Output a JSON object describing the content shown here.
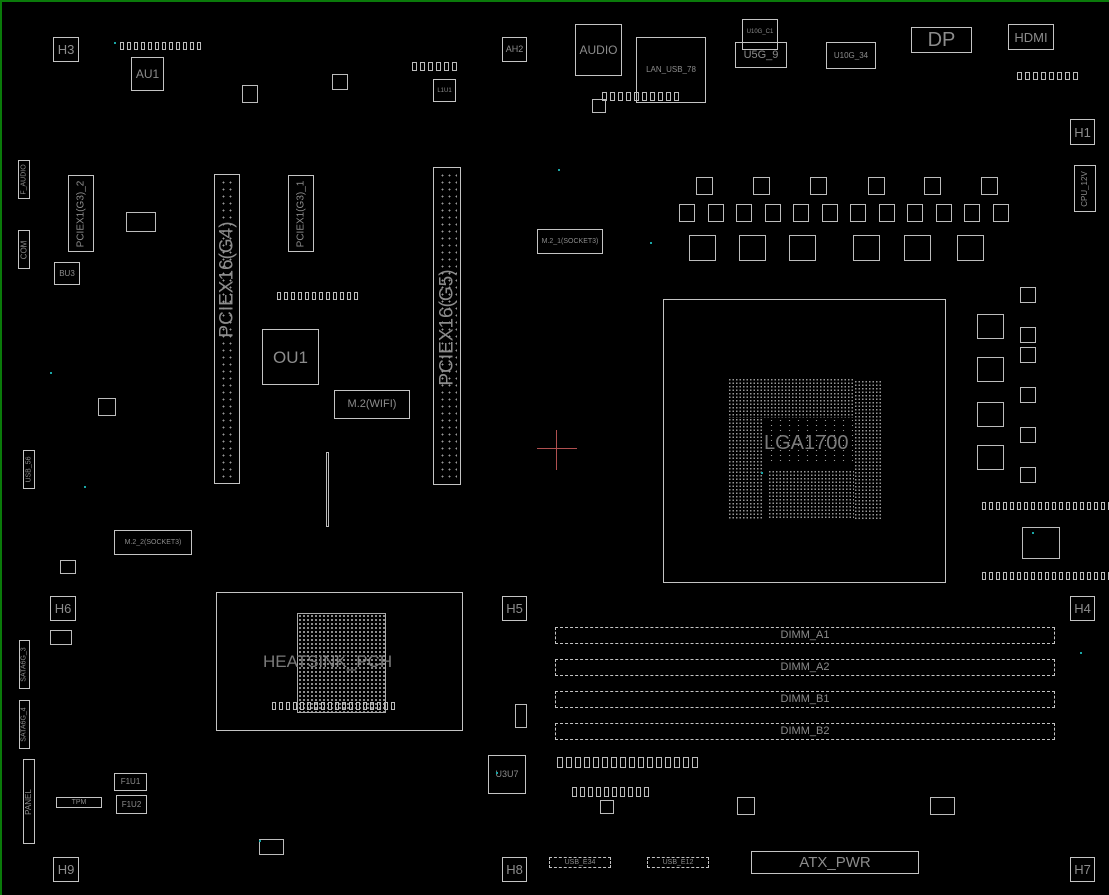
{
  "board": {
    "mounting_holes": {
      "h1": "H1",
      "h3": "H3",
      "h4": "H4",
      "h5": "H5",
      "h6": "H6",
      "h7": "H7",
      "h8": "H8",
      "h9": "H9"
    },
    "components": {
      "au1": "AU1",
      "ah2": "AH2",
      "audio": "AUDIO",
      "lan_usb": "LAN_USB_78",
      "u10g_c1": "U10G_C1",
      "u5g_9": "U5G_9",
      "u10g_34": "U10G_34",
      "dp": "DP",
      "hdmi": "HDMI",
      "cpu_12v": "CPU_12V",
      "l1u1": "L1U1",
      "f_audio": "F_AUDIO",
      "com": "COM",
      "bu3": "BU3",
      "pciex1_g3_2": "PCIEX1(G3)_2",
      "pciex1_g3_1": "PCIEX1(G3)_1",
      "pciex16_g4": "PCIEX16(G4)",
      "pciex16_g5": "PCIEX16(G5)",
      "ou1": "OU1",
      "m2_wifi": "M.2(WIFI)",
      "m2_1": "M.2_1(SOCKET3)",
      "m2_2": "M.2_2(SOCKET3)",
      "lga": "LGA1700",
      "usb_56": "USB_56",
      "heatsink_pch": "HEATSINK_PCH",
      "dimm_a1": "DIMM_A1",
      "dimm_a2": "DIMM_A2",
      "dimm_b1": "DIMM_B1",
      "dimm_b2": "DIMM_B2",
      "sata6g_3": "SATA6G_3",
      "sata6g_4": "SATA6G_4",
      "panel": "PANEL",
      "f1u1": "F1U1",
      "f1u2": "F1U2",
      "tpm": "TPM",
      "u3u7": "U3U7",
      "usb_e34": "USB_E34",
      "usb_e12": "USB_E12",
      "atx_pwr": "ATX_PWR"
    },
    "colors": {
      "background": "#000000",
      "outline": "#c4c4c4",
      "label": "#8c8c8c",
      "testpoint": "#1aa6a6",
      "frame": "#0a7a0a",
      "cursor": "#b05050"
    }
  }
}
